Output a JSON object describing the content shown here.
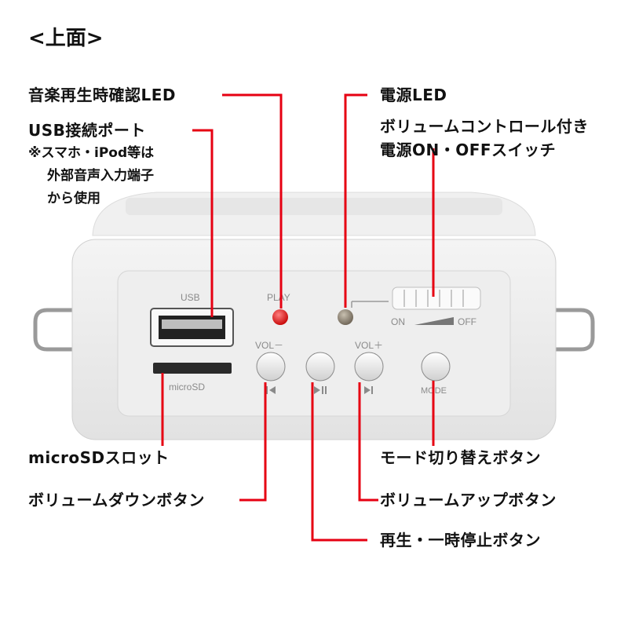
{
  "title": "<上面>",
  "labels": {
    "play_led": "音楽再生時確認LED",
    "power_led": "電源LED",
    "usb_port": "USB接続ポート",
    "usb_note": [
      "※スマホ・iPod等は",
      "外部音声入力端子",
      "から使用"
    ],
    "volume_switch": [
      "ボリュームコントロール付き",
      "電源ON・OFFスイッチ"
    ],
    "microsd_slot": "microSDスロット",
    "mode_button": "モード切り替えボタン",
    "vol_down_button": "ボリュームダウンボタン",
    "vol_up_button": "ボリュームアップボタン",
    "play_pause_button": "再生・一時停止ボタン"
  },
  "device": {
    "usb": "USB",
    "play": "PLAY",
    "on": "ON",
    "off": "OFF",
    "vol_minus": "VOL－",
    "vol_plus": "VOL＋",
    "microsd": "microSD",
    "mode": "MODE"
  },
  "colors": {
    "leader": "#e60012",
    "play_led": "#d81818",
    "power_led": "#8a8070"
  }
}
